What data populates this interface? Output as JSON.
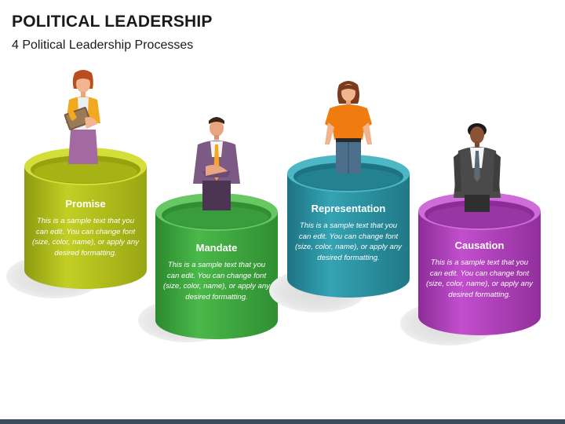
{
  "header": {
    "title": "POLITICAL LEADERSHIP",
    "subtitle": "4 Political Leadership Processes"
  },
  "processes": [
    {
      "name": "Promise",
      "body": "This is a sample text that you can edit. You can change font (size, color, name), or apply any desired formatting.",
      "color": "#b5c21a",
      "figure": "woman-holding-book"
    },
    {
      "name": "Mandate",
      "body": "This is a sample text that you can edit. You can change font (size, color, name), or apply any desired formatting.",
      "color": "#3fae3f",
      "figure": "man-purple-suit"
    },
    {
      "name": "Representation",
      "body": "This is a sample text that you can edit. You can change font (size, color, name), or apply any desired formatting.",
      "color": "#2a96a6",
      "figure": "woman-orange-shirt"
    },
    {
      "name": "Causation",
      "body": "This is a sample text that you can edit. You can change font (size, color, name), or apply any desired formatting.",
      "color": "#b43fbf",
      "figure": "man-grey-suit"
    }
  ]
}
